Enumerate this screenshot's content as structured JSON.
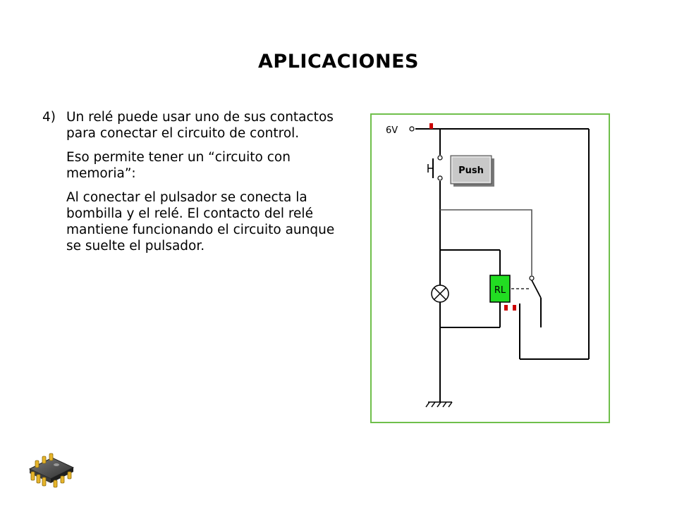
{
  "slide": {
    "title": "APLICACIONES",
    "item_number": "4)",
    "item_text": "Un relé puede usar uno de sus contactos para conectar el circuito de control.",
    "paragraph_1": "Eso permite tener un “circuito con memoria”:",
    "paragraph_2": "Al conectar el pulsador se conecta la bombilla y el relé. El contacto del relé mantiene funcionando el circuito aunque se suelte el pulsador."
  },
  "diagram": {
    "supply_label": "6V",
    "push_button_label": "Push",
    "relay_label": "RL",
    "colors": {
      "frame": "#6fbf4b",
      "relay_fill": "#22dd22",
      "indicator": "#cc0000",
      "wire": "#000000",
      "feedback_wire": "#555555"
    },
    "icons": [
      "lamp-icon",
      "ground-icon",
      "relay-contact-icon",
      "chip-icon"
    ]
  }
}
